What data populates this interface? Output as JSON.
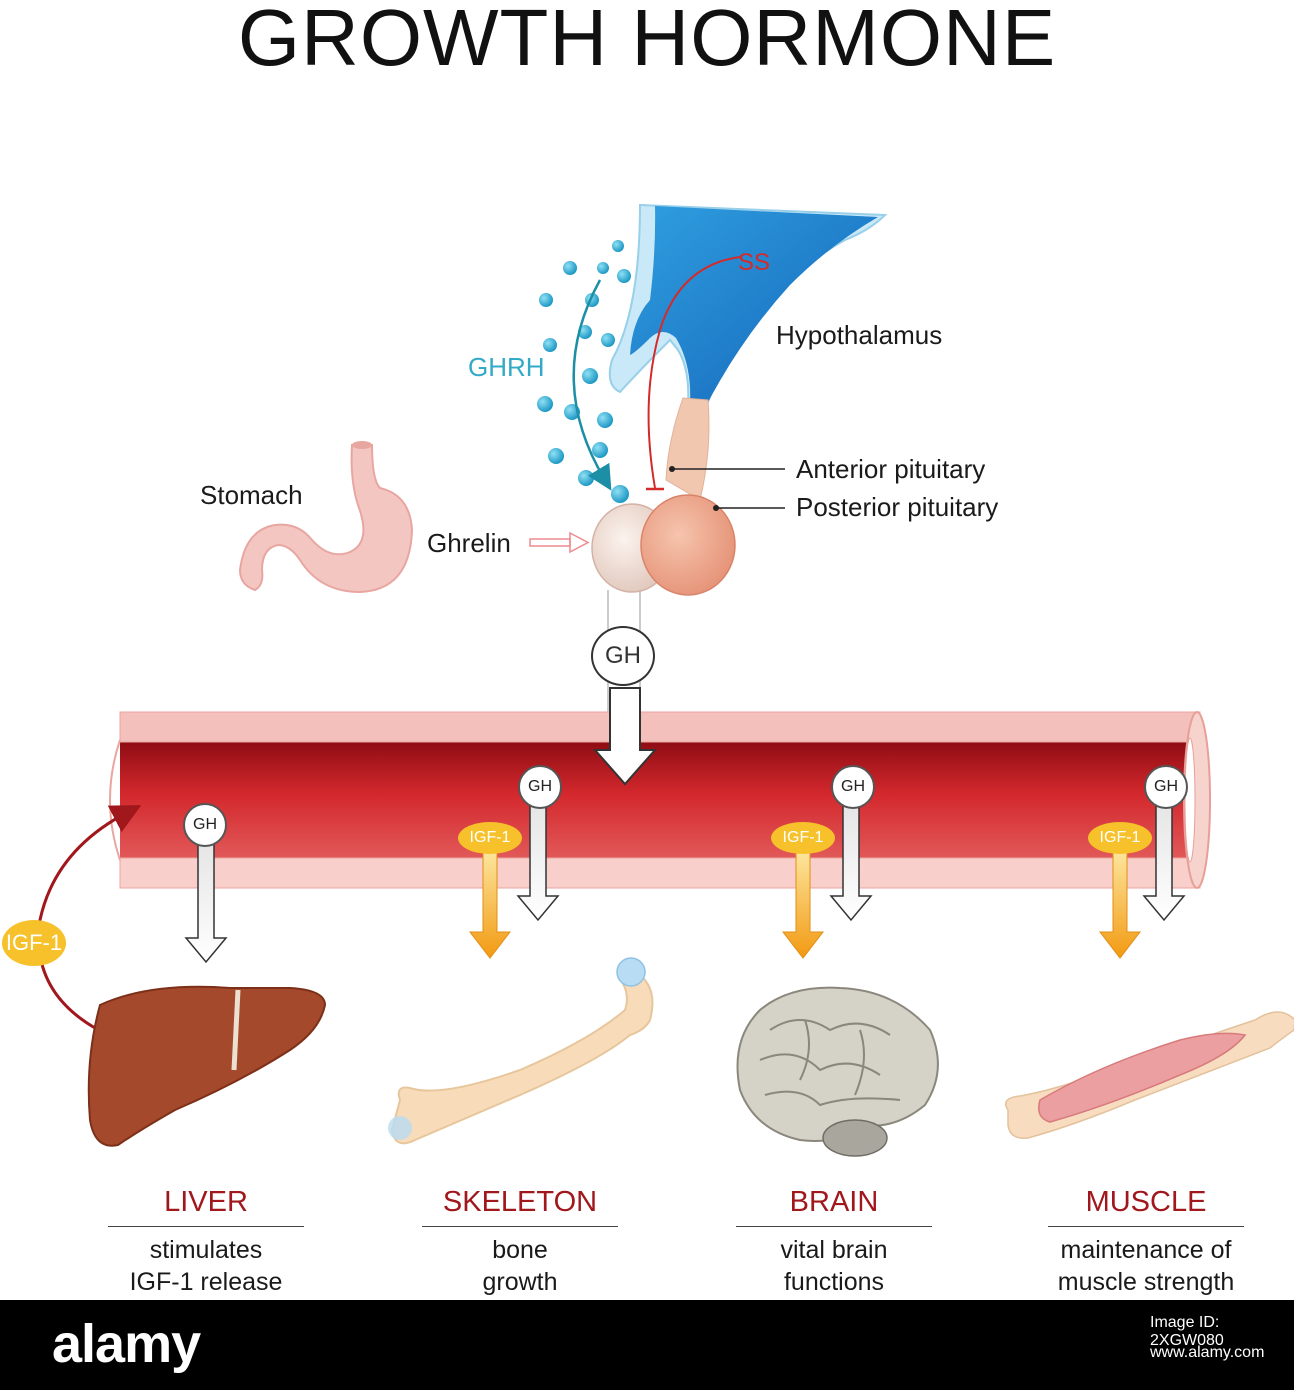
{
  "title": "GROWTH HORMONE",
  "labels": {
    "ss": "SS",
    "hypothalamus": "Hypothalamus",
    "ghrh": "GHRH",
    "anterior_pituitary": "Anterior pituitary",
    "posterior_pituitary": "Posterior pituitary",
    "stomach": "Stomach",
    "ghrelin": "Ghrelin",
    "gh": "GH",
    "igf1": "IGF-1"
  },
  "organs": [
    {
      "name": "LIVER",
      "desc_1": "stimulates",
      "desc_2": "IGF-1 release"
    },
    {
      "name": "SKELETON",
      "desc_1": "bone",
      "desc_2": "growth"
    },
    {
      "name": "BRAIN",
      "desc_1": "vital brain",
      "desc_2": "functions"
    },
    {
      "name": "MUSCLE",
      "desc_1": "maintenance of",
      "desc_2": "muscle strength"
    }
  ],
  "footer": {
    "logo": "alamy",
    "image_id": "Image ID: 2XGW080",
    "site": "www.alamy.com"
  },
  "colors": {
    "hormone_label_red": "#a0171c",
    "ghrh_blue": "#33a9c8",
    "blood_red": "#b3131d",
    "igf_yellow": "#f6c12a",
    "ss_red": "#d42a2a"
  }
}
